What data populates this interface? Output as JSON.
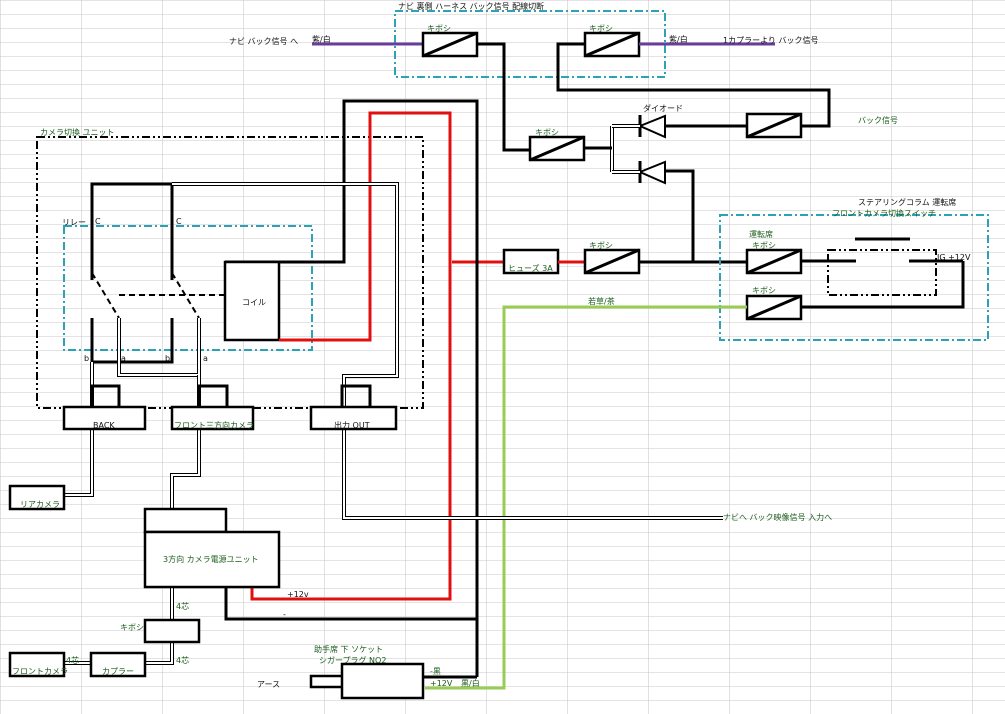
{
  "diagram": {
    "nav_harness_title": "ナビ 裏側 ハーネス バック信号 配線切断",
    "nav_back_signal_to": "ナビ バック信号 へ",
    "purple_white_1": "紫/白",
    "purple_white_2": "紫/白",
    "from_coupler": "1カプラーより バック信号",
    "epoxy": "キボシ",
    "diode": "ダイオード",
    "back_signal": "バック信号",
    "steering_column": "ステアリングコラム 運転席",
    "front_camera_switch": "フロントカメラ切換スイッチ",
    "driver_seat": "運転席",
    "ig_12v": "IG +12V",
    "fuse": "ヒューズ 3A",
    "green_wire": "若草/茶",
    "camera_switch_unit": "カメラ切換 ユニット",
    "relay": "リレー",
    "contact_c": "C",
    "contact_a": "a",
    "contact_b": "b",
    "coil": "コイル",
    "back_port": "BACK",
    "front_3way_port": "フロント三方向カメラ",
    "output_port": "出力 OUT",
    "rear_camera": "リアカメラ",
    "nav_video_input": "ナビへ バック映像信号 入力へ",
    "power_unit": "3方向 カメラ電源ユニット",
    "plus12v": "+12v",
    "minus": "-",
    "four_core": "4芯",
    "front_camera": "フロントカメラ",
    "coupler": "カプラー",
    "socket_title": "助手席 下 ソケット",
    "cigar_plug": "シガープラグ NO2",
    "ground": "アース",
    "minus_black": "-黒",
    "plus12v_socket": "+12V",
    "black_white": "黒/白"
  },
  "colors": {
    "signal_purple": "#6a3d9a",
    "power_red": "#e01010",
    "green_wire": "#99cc55",
    "boundary_cyan": "#2aa3b5"
  }
}
